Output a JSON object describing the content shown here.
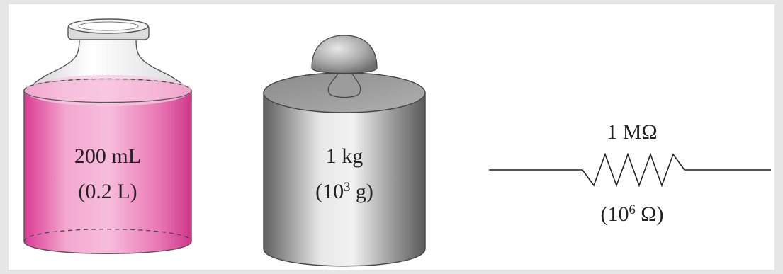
{
  "bottle": {
    "volume_ml": "200 mL",
    "paren_open": "(",
    "volume_l": "0.2 L",
    "paren_close": ")",
    "liquid_color": "#e24d9f"
  },
  "weight": {
    "mass": "1 kg",
    "grams_prefix": "(10",
    "grams_exp": "3",
    "grams_suffix": " g)",
    "metal_color": "#9a9a9a"
  },
  "resistor": {
    "value": "1 MΩ",
    "ohms_prefix": "(10",
    "ohms_exp": "6",
    "ohms_suffix": " Ω)"
  }
}
